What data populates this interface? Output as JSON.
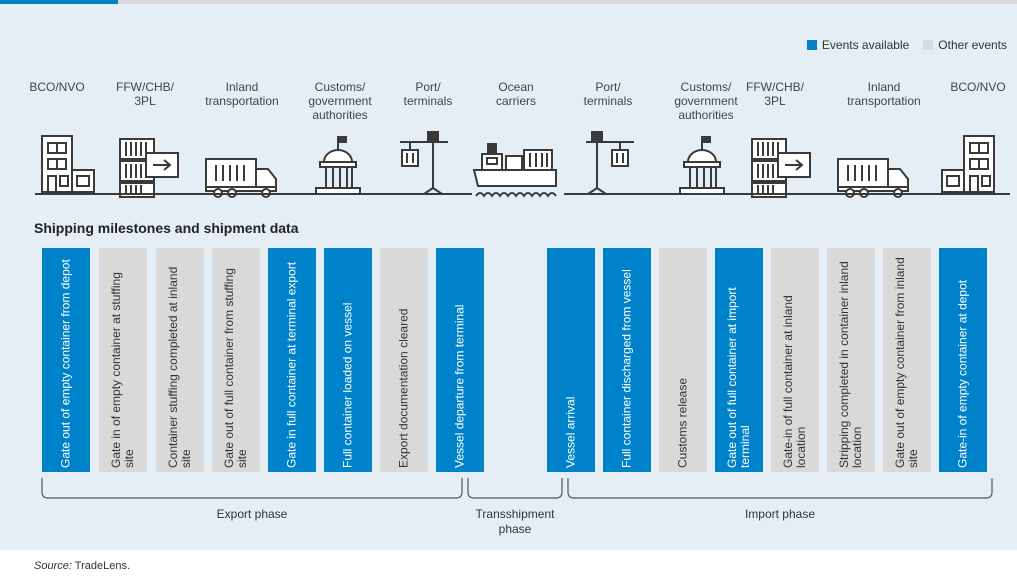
{
  "legend": {
    "available_label": "Events available",
    "other_label": "Other events",
    "colors": {
      "available": "#0082ca",
      "other": "#d9d9d9"
    }
  },
  "actors": [
    "BCO/NVO",
    "FFW/CHB/\n3PL",
    "Inland\ntransportation",
    "Customs/\ngovernment\nauthorities",
    "Port/\nterminals",
    "Ocean\ncarriers",
    "Port/\nterminals",
    "Customs/\ngovernment\nauthorities",
    "FFW/CHB/\n3PL",
    "Inland\ntransportation",
    "BCO/NVO"
  ],
  "icons": [
    "office-building-icon",
    "freight-forwarder-icon",
    "truck-icon",
    "government-building-icon",
    "port-crane-icon",
    "container-ship-icon",
    "port-crane-icon",
    "government-building-icon",
    "freight-forwarder-icon",
    "truck-icon",
    "office-building-icon"
  ],
  "section_title": "Shipping milestones and shipment data",
  "milestones": [
    {
      "label": "Gate out of empty container from depot",
      "status": "available"
    },
    {
      "label": "Gate in of empty container at stuffing site",
      "status": "other"
    },
    {
      "label": "Container stuffing completed at inland site",
      "status": "other"
    },
    {
      "label": "Gate out of full container from stuffing site",
      "status": "other"
    },
    {
      "label": "Gate in full container at terminal export",
      "status": "available"
    },
    {
      "label": "Full container loaded on vessel",
      "status": "available"
    },
    {
      "label": "Export documentation cleared",
      "status": "other"
    },
    {
      "label": "Vessel departure from terminal",
      "status": "available"
    },
    {
      "label": "Vessel arrival",
      "status": "available"
    },
    {
      "label": "Full container discharged from vessel",
      "status": "available"
    },
    {
      "label": "Customs release",
      "status": "other"
    },
    {
      "label": "Gate out of full container at import terminal",
      "status": "available"
    },
    {
      "label": "Gate-in of full container at inland location",
      "status": "other"
    },
    {
      "label": "Stripping completed in container inland location",
      "status": "other"
    },
    {
      "label": "Gate out of empty container from inland site",
      "status": "other"
    },
    {
      "label": "Gate-in of empty container at depot",
      "status": "available"
    }
  ],
  "phases": {
    "export": "Export phase",
    "transshipment": "Transshipment\nphase",
    "import": "Import phase"
  },
  "source": {
    "label": "Source:",
    "text": " TradeLens."
  }
}
